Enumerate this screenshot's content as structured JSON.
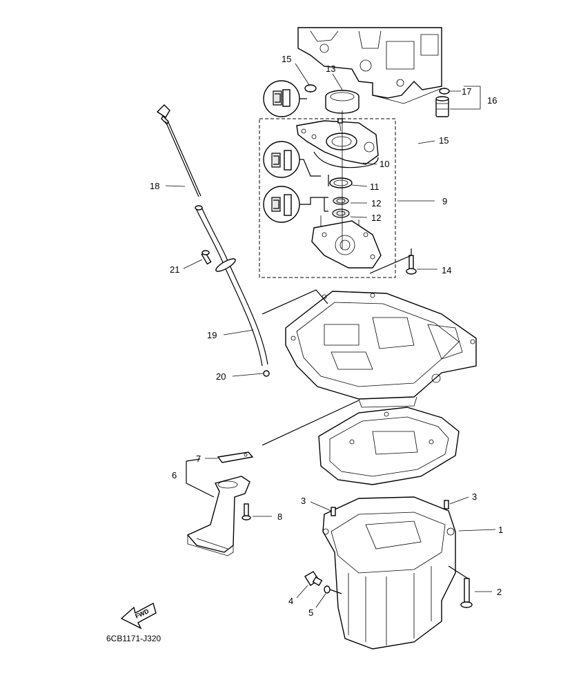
{
  "diagram_code": "6CB1171-J320",
  "fwd_label": "FWD",
  "callouts": {
    "c1": "1",
    "c2": "2",
    "c3a": "3",
    "c3b": "3",
    "c4": "4",
    "c5": "5",
    "c6": "6",
    "c7": "7",
    "c8": "8",
    "c9": "9",
    "c10": "10",
    "c11": "11",
    "c12a": "12",
    "c12b": "12",
    "c13": "13",
    "c14": "14",
    "c15a": "15",
    "c15b": "15",
    "c16": "16",
    "c17": "17",
    "c18": "18",
    "c19": "19",
    "c20": "20",
    "c21": "21"
  }
}
